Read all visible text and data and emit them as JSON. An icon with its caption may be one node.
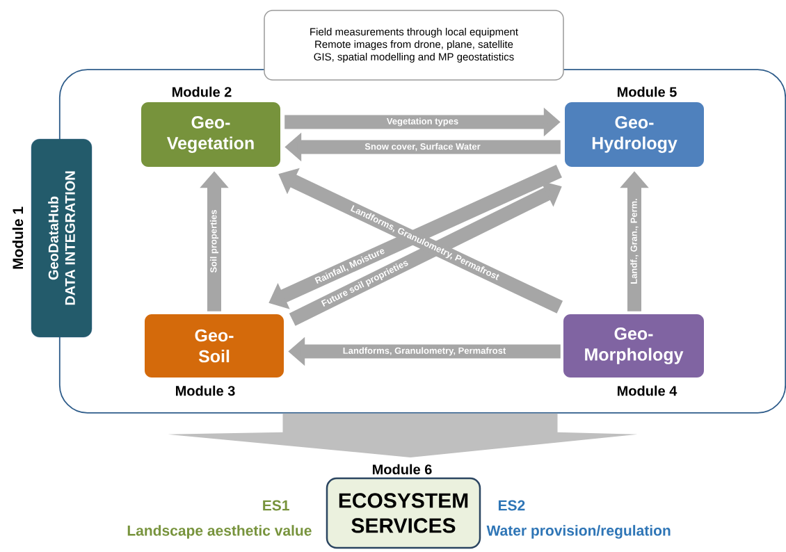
{
  "diagram": {
    "nodes": [
      {
        "text": [],
        "shape": "box"
      },
      {
        "text": [
          "Field measurements through  local equipment",
          "Remote images from drone, plane, satellite",
          "GIS, spatial modelling and MP geostatistics"
        ]
      },
      {
        "text": [
          "Module 1",
          "GeoDataHub",
          "DATA INTEGRATION"
        ]
      },
      {
        "text": [
          "Module 2",
          "Geo- Vegetation"
        ],
        "in": 0
      },
      {
        "text": [
          "Module 5",
          "Geo- Hydrology"
        ],
        "in": 0
      },
      {
        "text": [
          "Geo- Soil",
          "Module 3"
        ],
        "in": 0
      },
      {
        "text": [
          "Geo- Morphology",
          "Module 4"
        ],
        "in": 0
      },
      {
        "text": [
          "Module 6",
          "ECOSYSTEM SERVICES"
        ],
        "beside": [
          "ES1",
          "ES2",
          "Landscape  aesthetic value",
          "Water provision/regulation"
        ]
      }
    ],
    "edges": [
      {
        "from": 3,
        "to": 4,
        "arrow": "to",
        "label": "Vegetation types"
      },
      {
        "from": 4,
        "to": 3,
        "arrow": "to",
        "label": "Snow cover,  Surface Water"
      },
      {
        "from": 6,
        "to": 3,
        "arrow": "to",
        "label": "Landforms,  Granulometry,  Permafrost"
      },
      {
        "from": 4,
        "to": 5,
        "arrow": "to",
        "label": "Rainfall,  Moisture"
      },
      {
        "from": 5,
        "to": 4,
        "arrow": "to",
        "label": "Future soil  proprieties"
      },
      {
        "from": 5,
        "to": 3,
        "arrow": "to",
        "label": "Soil properties"
      },
      {
        "from": 6,
        "to": 4,
        "arrow": "to",
        "label": "Landf., Gran., Perm."
      },
      {
        "from": 6,
        "to": 5,
        "arrow": "to",
        "label": "Landforms, Granulometry, Permafrost"
      },
      {
        "from": 0,
        "to": 7,
        "arrow": "to",
        "style": "thick"
      }
    ]
  }
}
